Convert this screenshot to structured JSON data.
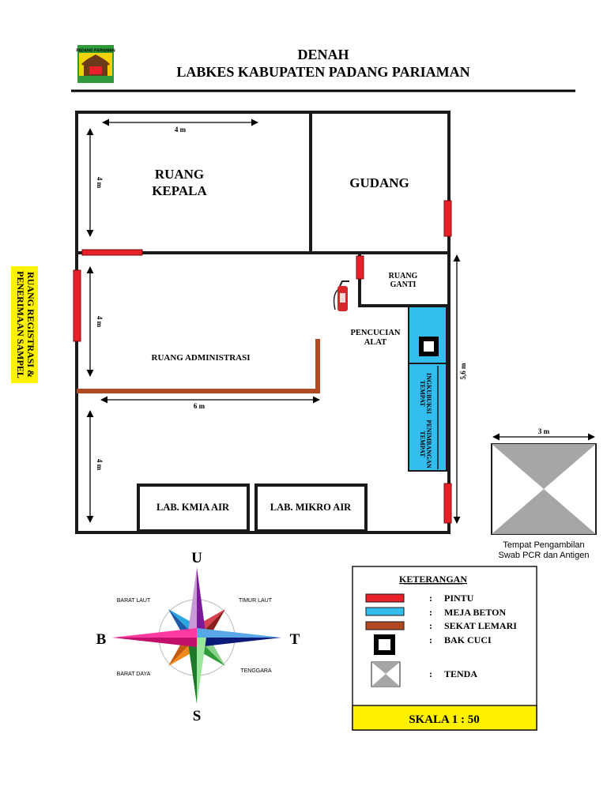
{
  "header": {
    "logo_text": "PADANG PARIAMAN",
    "title_line1": "DENAH",
    "title_line2": "LABKES KABUPATEN PADANG PARIAMAN"
  },
  "rooms": {
    "kepala_line1": "RUANG",
    "kepala_line2": "KEPALA",
    "gudang": "GUDANG",
    "ganti_line1": "RUANG",
    "ganti_line2": "GANTI",
    "pencucian_line1": "PENCUCIAN",
    "pencucian_line2": "ALAT",
    "administrasi": "RUANG ADMINISTRASI",
    "lab_kimia": "LAB. KMIA AIR",
    "lab_mikro": "LAB. MIKRO AIR",
    "inkubasi_line1": "TEMPAT",
    "inkubasi_line2": "INGKUBUKSI",
    "penimbangan_line1": "TEMPAT",
    "penimbangan_line2": "PENIMBANGAN",
    "registrasi_line1": "RUANG REGISTRASI &",
    "registrasi_line2": "PENERIMAAN SAMPEL"
  },
  "dimensions": {
    "d_4m_top": "4 m",
    "d_4m_left1": "4 m",
    "d_4m_left2": "4 m",
    "d_4m_left3": "4 m",
    "d_6m": "6 m",
    "d_5_6m": "5,6 m",
    "d_3m": "3 m"
  },
  "tent": {
    "caption_line1": "Tempat Pengambilan",
    "caption_line2": "Swab PCR dan Antigen"
  },
  "compass": {
    "north": "U",
    "south": "S",
    "west": "B",
    "east": "T",
    "northwest": "BARAT LAUT",
    "northeast": "TIMUR LAUT",
    "southwest": "BARAT DAYA",
    "southeast": "TENGGARA"
  },
  "legend": {
    "title": "KETERANGAN",
    "items": [
      {
        "symbol": "door",
        "sep": ":",
        "label": "PINTU"
      },
      {
        "symbol": "table",
        "sep": ":",
        "label": "MEJA BETON"
      },
      {
        "symbol": "partition",
        "sep": ":",
        "label": "SEKAT LEMARI"
      },
      {
        "symbol": "sink",
        "sep": ":",
        "label": "BAK CUCI"
      },
      {
        "symbol": "tent",
        "sep": ":",
        "label": "TENDA"
      }
    ],
    "scale": "SKALA 1 : 50"
  },
  "colors": {
    "door": "#e8202a",
    "table": "#33bdee",
    "partition": "#b04a23",
    "scale_bg": "#fff200",
    "tent_gray": "#a6a6a6",
    "logo_green": "#2f9a3a",
    "logo_yellow": "#f3d20c"
  }
}
